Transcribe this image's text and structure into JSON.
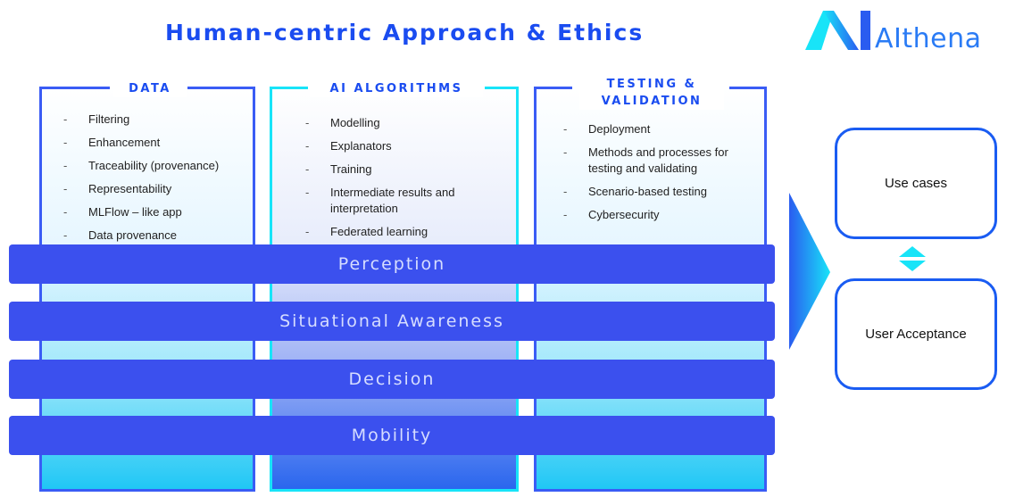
{
  "title": "Human-centric Approach & Ethics",
  "logo": {
    "text": "AIthena"
  },
  "columns": [
    {
      "heading": "DATA",
      "items": [
        "Filtering",
        "Enhancement",
        "Traceability (provenance)",
        "Representability",
        "MLFlow – like app",
        "Data provenance"
      ]
    },
    {
      "heading": "AI ALGORITHMS",
      "items": [
        "Modelling",
        "Explanators",
        "Training",
        "Intermediate results and interpretation",
        "Federated learning"
      ]
    },
    {
      "heading_line1": "TESTING &",
      "heading_line2": "VALIDATION",
      "items": [
        "Deployment",
        "Methods and processes for testing and validating",
        "Scenario-based testing",
        "Cybersecurity"
      ]
    }
  ],
  "layers": [
    "Perception",
    "Situational Awareness",
    "Decision",
    "Mobility"
  ],
  "outcomes": [
    "Use cases",
    "User Acceptance"
  ],
  "colors": {
    "primary": "#3b50ee",
    "accent": "#18e4f8",
    "border": "#1a5cf2"
  }
}
